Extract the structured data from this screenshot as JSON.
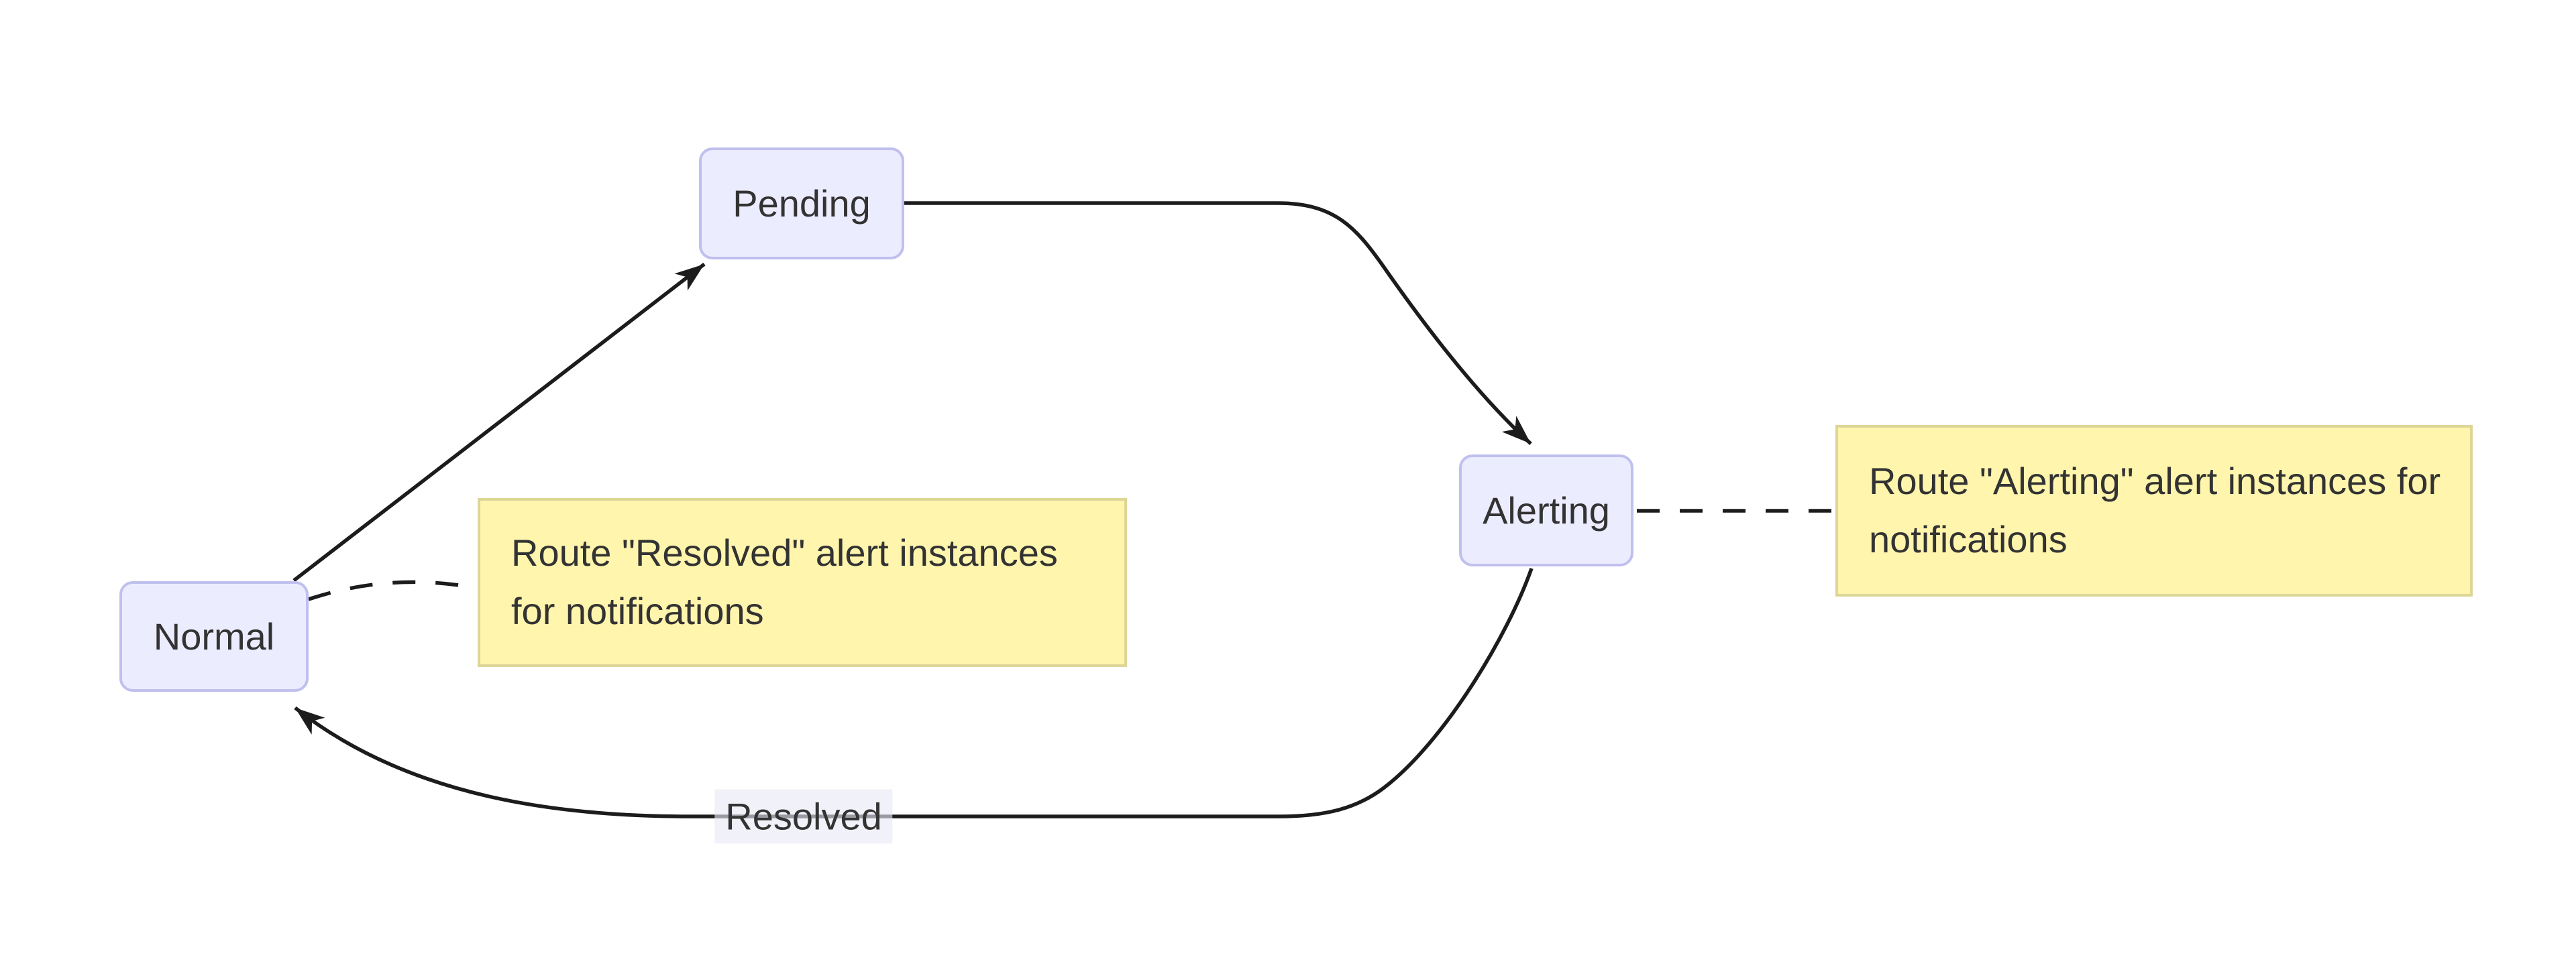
{
  "diagram": {
    "type": "state-diagram",
    "nodes": {
      "pending": {
        "label": "Pending"
      },
      "alerting": {
        "label": "Alerting"
      },
      "normal": {
        "label": "Normal"
      }
    },
    "notes": {
      "resolved": {
        "text": "Route \"Resolved\" alert instances for notifications"
      },
      "alerting": {
        "text": "Route \"Alerting\" alert instances for notifications"
      }
    },
    "edges": {
      "normal_to_pending": {
        "from": "Normal",
        "to": "Pending",
        "label": ""
      },
      "pending_to_alerting": {
        "from": "Pending",
        "to": "Alerting",
        "label": ""
      },
      "alerting_to_normal": {
        "from": "Alerting",
        "to": "Normal",
        "label": "Resolved"
      }
    },
    "colors": {
      "background": "#ffffff",
      "node_fill": "#ececff",
      "node_border": "#bfc0ee",
      "note_fill": "#fff5ad",
      "note_border": "#ddd697",
      "edge": "#1c1c1c",
      "text": "#333333"
    }
  }
}
